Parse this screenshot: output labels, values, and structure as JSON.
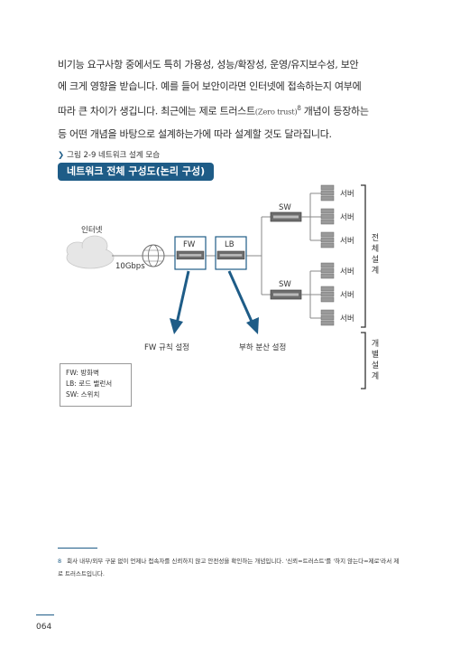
{
  "paragraph": {
    "line1": "비기능 요구사항 중에서도 특히 가용성, 성능/확장성, 운영/유지보수성, 보안",
    "line2": "에 크게 영향을 받습니다. 예를 들어 보안이라면 인터넷에 접속하는지 여부에",
    "line3": "따라 큰 차이가 생깁니다. 최근에는 제로 트러스트",
    "line3_small": "(Zero trust)",
    "footnote_ref": "8",
    "line3_rest": " 개념이 등장하는",
    "line4": "등 어떤 개념을 바탕으로 설계하는가에 따라 설계할 것도 달라집니다."
  },
  "figure": {
    "caption": "그림 2-9 네트워크 설계 모습",
    "title": "네트워크 전체 구성도(논리 구성)",
    "internet_label": "인터넷",
    "bandwidth_label": "10Gbps",
    "fw_label": "FW",
    "lb_label": "LB",
    "sw_label_top": "SW",
    "sw_label_bottom": "SW",
    "server_labels": [
      "서버",
      "서버",
      "서버",
      "서버",
      "서버",
      "서버"
    ],
    "fw_setting": "FW 규칙 설정",
    "lb_setting": "부하 분산 설정",
    "overall_design": "전체 설계",
    "detail_design": "개별 설계",
    "legend": [
      "FW: 방화벽",
      "LB: 로드 밸런서",
      "SW: 스위치"
    ],
    "colors": {
      "accent": "#1e5c87",
      "line": "#8a8a8a",
      "cloud": "#e6e6e6"
    }
  },
  "footnote": {
    "number": "8",
    "text": "회사 내부/외부 구분 없이 언제나 접속자를 신뢰하지 않고 안전성을 확인하는 개념입니다. '신뢰=트러스트'를 '하지 않는다=제로'라서 제로 트러스트입니다."
  },
  "page_number": "064"
}
